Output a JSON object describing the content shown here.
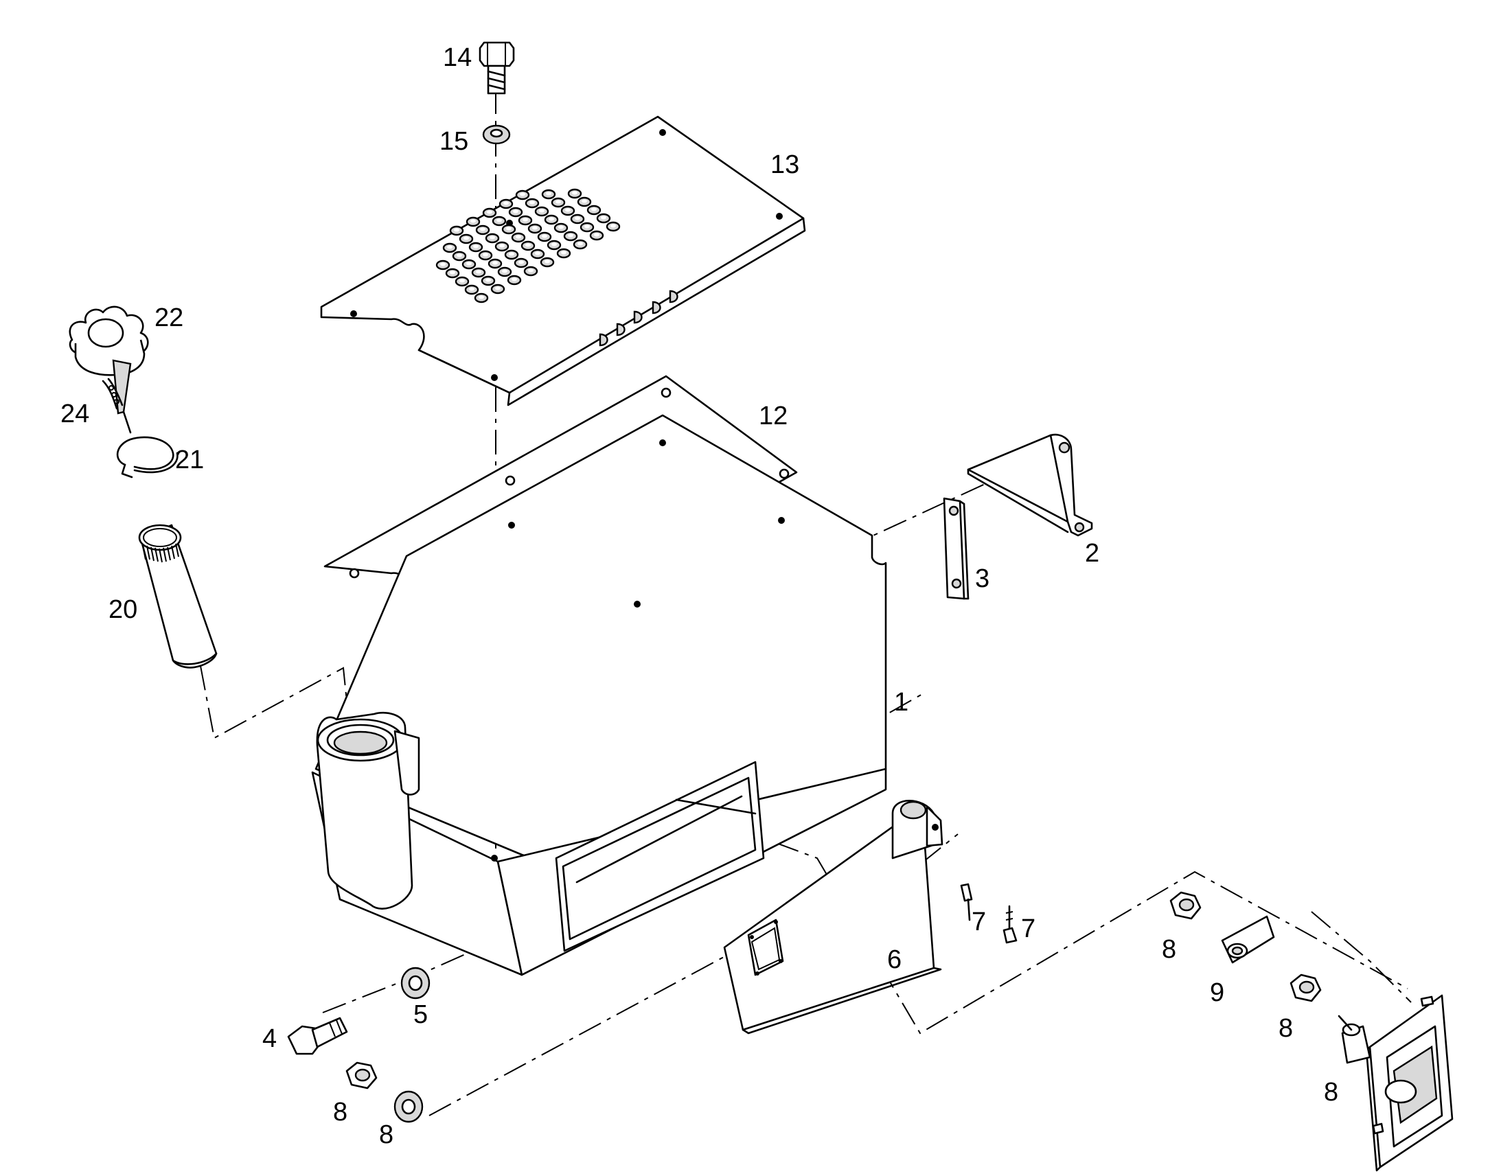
{
  "callouts": [
    {
      "id": "c14",
      "text": "14"
    },
    {
      "id": "c15",
      "text": "15"
    },
    {
      "id": "c13",
      "text": "13"
    },
    {
      "id": "c22",
      "text": "22"
    },
    {
      "id": "c24",
      "text": "24"
    },
    {
      "id": "c21",
      "text": "21"
    },
    {
      "id": "c12",
      "text": "12"
    },
    {
      "id": "c20",
      "text": "20"
    },
    {
      "id": "c2",
      "text": "2"
    },
    {
      "id": "c3",
      "text": "3"
    },
    {
      "id": "c1",
      "text": "1"
    },
    {
      "id": "c7a",
      "text": "7"
    },
    {
      "id": "c7b",
      "text": "7"
    },
    {
      "id": "c6",
      "text": "6"
    },
    {
      "id": "c5",
      "text": "5"
    },
    {
      "id": "c4",
      "text": "4"
    },
    {
      "id": "c8a",
      "text": "8"
    },
    {
      "id": "c8b",
      "text": "8"
    },
    {
      "id": "c8c",
      "text": "8"
    },
    {
      "id": "c9",
      "text": "9"
    },
    {
      "id": "c8d",
      "text": "8"
    },
    {
      "id": "c8e",
      "text": "8"
    }
  ]
}
